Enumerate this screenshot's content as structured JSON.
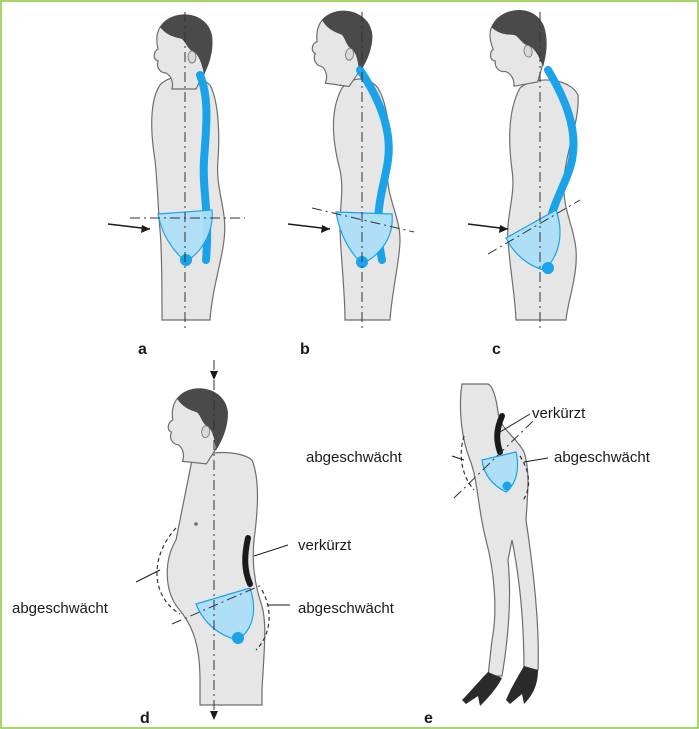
{
  "panels": {
    "a": "a",
    "b": "b",
    "c": "c",
    "d": "d",
    "e": "e"
  },
  "annotations": {
    "d_shortened": "verkürzt",
    "d_weakened_front": "abgeschwächt",
    "d_weakened_back": "abgeschwächt",
    "e_shortened": "verkürzt",
    "e_weakened_front": "abgeschwächt",
    "e_weakened_back": "abgeschwächt"
  },
  "colors": {
    "frame_border": "#8cc63f",
    "skin": "#e6e6e6",
    "body_outline": "#6e6e6e",
    "hair": "#4a4a4a",
    "spine": "#1aa3e8",
    "pelvis_fill": "#aedff7",
    "pelvis_stroke": "#1aa3e8",
    "muscle_dark": "#1a1a1a",
    "shoe": "#2b2b2b"
  }
}
